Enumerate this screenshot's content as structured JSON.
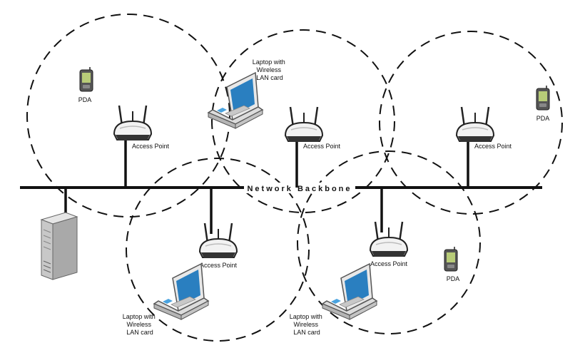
{
  "diagram": {
    "backbone_label": "Network Backbone",
    "access_point_label": "Access Point",
    "pda_label": "PDA",
    "laptop_label_lines": [
      "Laptop with",
      "Wireless",
      "LAN card"
    ]
  },
  "icons": {
    "access_point": "wireless-router-icon",
    "pda": "pda-icon",
    "laptop": "laptop-icon",
    "server": "server-icon"
  },
  "colors": {
    "line": "#111111",
    "router_body": "#f2f2f2",
    "laptop_screen": "#2a7fc0",
    "pda_screen": "#b8cc78",
    "server_body": "#c8c8c8"
  }
}
